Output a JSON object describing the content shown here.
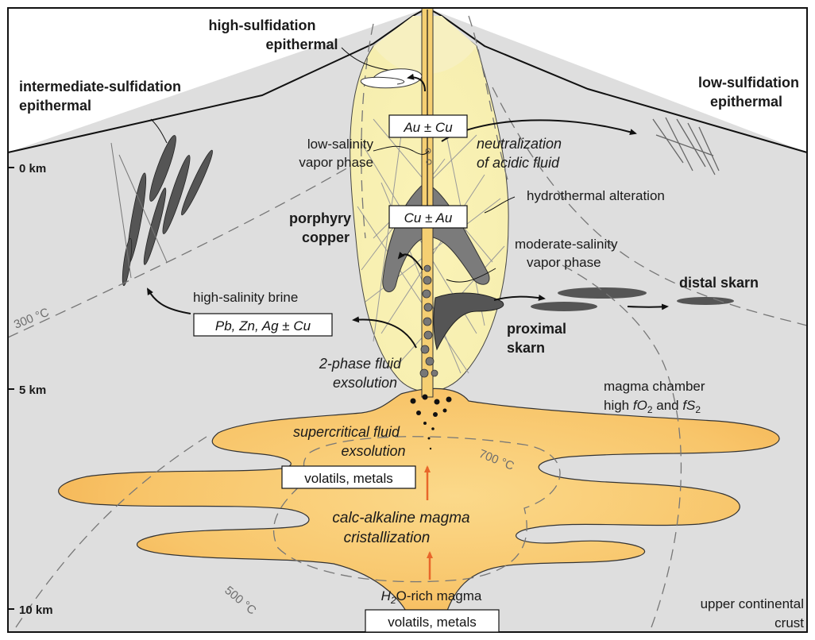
{
  "depth_ticks": [
    "0 km",
    "5 km",
    "10 km"
  ],
  "deposits": {
    "high_sulfidation_line1": "high-sulfidation",
    "high_sulfidation_line2": "epithermal",
    "intermediate_line1": "intermediate-sulfidation",
    "intermediate_line2": "epithermal",
    "low_sulfidation_line1": "low-sulfidation",
    "low_sulfidation_line2": "epithermal",
    "porphyry_line1": "porphyry",
    "porphyry_line2": "copper",
    "distal_skarn": "distal skarn",
    "proximal_line1": "proximal",
    "proximal_line2": "skarn"
  },
  "processes": {
    "low_salinity_line1": "low-salinity",
    "low_salinity_line2": "vapor phase",
    "neutralization_line1": "neutralization",
    "neutralization_line2": "of acidic fluid",
    "hydrothermal_alteration": "hydrothermal alteration",
    "moderate_salinity_line1": "moderate-salinity",
    "moderate_salinity_line2": "vapor phase",
    "high_salinity_brine": "high-salinity brine",
    "two_phase_line1": "2-phase fluid",
    "two_phase_line2": "exsolution",
    "magma_chamber_line1": "magma chamber",
    "magma_chamber_line2a": "high ",
    "magma_chamber_line2b": "fO",
    "magma_chamber_line2c": "2",
    "magma_chamber_line2d": " and ",
    "magma_chamber_line2e": "fS",
    "magma_chamber_line2f": "2",
    "supercritical_line1": "supercritical fluid",
    "supercritical_line2": "exsolution",
    "calc_alkaline_line1": "calc-alkaline magma",
    "calc_alkaline_line2": "cristallization",
    "h2o_a": "H",
    "h2o_b": "2",
    "h2o_c": "O-rich magma",
    "upper_crust_line1": "upper continental",
    "upper_crust_line2": "crust"
  },
  "metal_boxes": {
    "au_cu": "Au ± Cu",
    "cu_au": "Cu ± Au",
    "pb_zn": "Pb, Zn, Ag ± Cu",
    "volatils_upper": "volatils, metals",
    "volatils_lower": "volatils, metals"
  },
  "isotherms": [
    "300 °C",
    "700 °C",
    "500 °C"
  ],
  "colors": {
    "crust": "#dcdcdc",
    "halo": "#f7f0b5",
    "magma": "#f7c465",
    "orange_arrow": "#e8662a",
    "dark_ore": "#555555"
  }
}
